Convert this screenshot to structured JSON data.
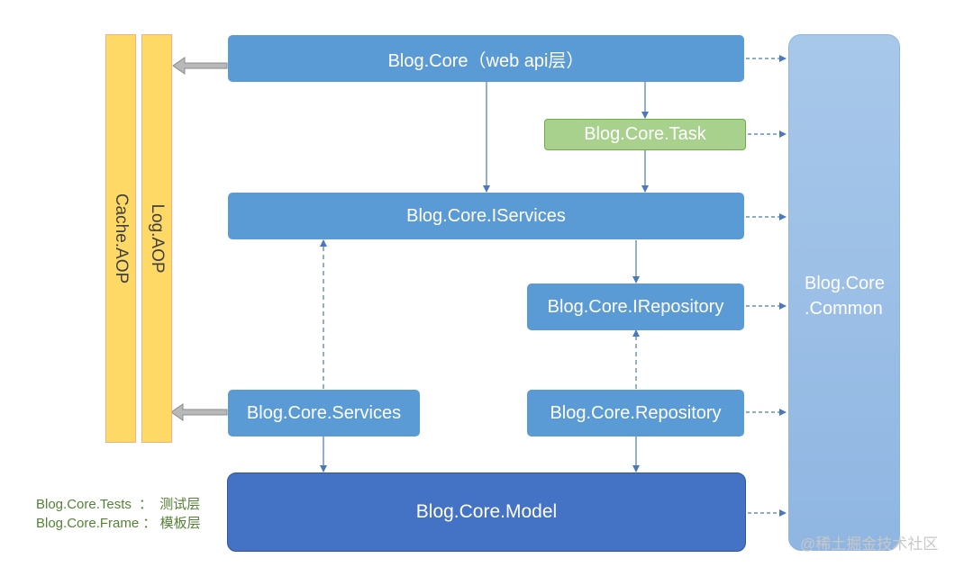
{
  "nodes": {
    "webapi": "Blog.Core（web api层）",
    "task": "Blog.Core.Task",
    "iservices": "Blog.Core.IServices",
    "irepository": "Blog.Core.IRepository",
    "services": "Blog.Core.Services",
    "repository": "Blog.Core.Repository",
    "model": "Blog.Core.Model",
    "common_line1": "Blog.Core",
    "common_line2": ".Common"
  },
  "aop": {
    "cache": "Cache.AOP",
    "log": "Log.AOP"
  },
  "legend": {
    "tests_name": "Blog.Core.Tests",
    "tests_sep": "：",
    "tests_desc": "测试层",
    "frame_name": "Blog.Core.Frame",
    "frame_sep": "：",
    "frame_desc": "模板层"
  },
  "watermark": "@稀土掘金技术社区",
  "colors": {
    "layer_blue": "#5b9bd5",
    "task_green": "#a9d18e",
    "model_blue": "#4472c4",
    "aop_yellow": "#ffd966",
    "legend_green": "#548235",
    "arrow": "#4a78b8"
  }
}
